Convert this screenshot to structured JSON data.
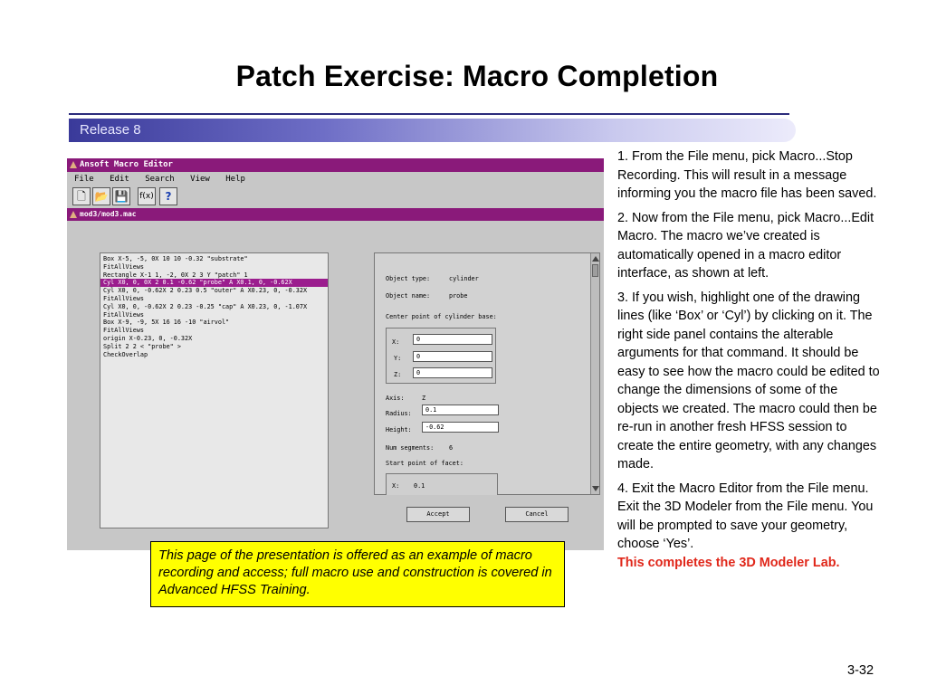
{
  "slide": {
    "title": "Patch Exercise: Macro Completion",
    "release": "Release 8",
    "page_number": "3-32"
  },
  "editor": {
    "window_title": "Ansoft Macro Editor",
    "menu": [
      "File",
      "Edit",
      "Search",
      "View",
      "Help"
    ],
    "toolbar_icons": [
      "new-file-icon",
      "open-folder-icon",
      "save-icon",
      "function-icon",
      "help-icon"
    ],
    "toolbar_glyphs": [
      "🗋",
      "📂",
      "💾",
      "f(x)",
      "?"
    ],
    "doc_title": "mod3/mod3.mac",
    "code_lines": [
      "Box X-5, -5, 0X 10 10 -0.32 \"substrate\"",
      "FitAllViews",
      "Rectangle X-1 1, -2, 0X 2 3 Y \"patch\" 1",
      "Cyl X0, 0, 0X 2 0.1 -0.62 \"probe\" A X0.1, 0, -0.62X",
      "Cyl X0, 0, -0.62X 2 0.23 0.5 \"outer\" A X0.23, 0, -0.32X",
      "FitAllViews",
      "Cyl X0, 0, -0.62X 2 0.23 -0.25 \"cap\" A X0.23, 0, -1.07X",
      "FitAllViews",
      "Box X-9, -9, 5X 16 16 -10 \"airvol\"",
      "FitAllViews",
      "origin X-0.23, 0, -0.32X",
      "Split 2 2 < \"probe\" >",
      "CheckOverlap"
    ],
    "selected_line_index": 3,
    "props": {
      "object_type_label": "Object type:",
      "object_type_value": "cylinder",
      "object_name_label": "Object name:",
      "object_name_value": "probe",
      "center_label": "Center point of cylinder base:",
      "x_label": "X:",
      "y_label": "Y:",
      "z_label": "Z:",
      "x_value": "0",
      "y_value": "0",
      "z_value": "0",
      "axis_label": "Axis:",
      "axis_value": "Z",
      "radius_label": "Radius:",
      "radius_value": "0.1",
      "height_label": "Height:",
      "height_value": "-0.62",
      "segments_label": "Num segments:",
      "segments_value": "6",
      "facet_label": "Start point of facet:",
      "facet_x_label": "X:",
      "facet_x_value": "0.1"
    },
    "accept_label": "Accept",
    "cancel_label": "Cancel"
  },
  "instructions": {
    "p1": "1.  From the File menu, pick Macro...Stop Recording.  This will result in a message informing you the macro file has been saved.",
    "p2": "2.  Now from the File menu, pick Macro...Edit Macro.  The macro we’ve created is automatically opened in a macro editor interface, as shown at left.",
    "p3": "3.  If you wish, highlight one of the drawing lines (like ‘Box’ or ‘Cyl’) by clicking on it.  The right side panel contains the alterable arguments for that command.  It should be easy to see how the macro could be edited to change the dimensions of some of the objects we created.  The macro could then be re-run in another fresh HFSS session to create the entire geometry, with any changes made.",
    "p4": "4.  Exit the Macro Editor from the File menu.  Exit the 3D Modeler from the File menu.  You will be prompted to save your geometry, choose ‘Yes’.",
    "p4_emphasis": "This completes the 3D Modeler Lab."
  },
  "note": "This page of the presentation is offered as an example of macro recording and access; full macro use and construction is covered in Advanced HFSS Training.",
  "colors": {
    "title_bar": "#8a1a7a",
    "selection": "#9b1d8e",
    "note_bg": "#ffff00",
    "emphasis": "#e0271a"
  }
}
